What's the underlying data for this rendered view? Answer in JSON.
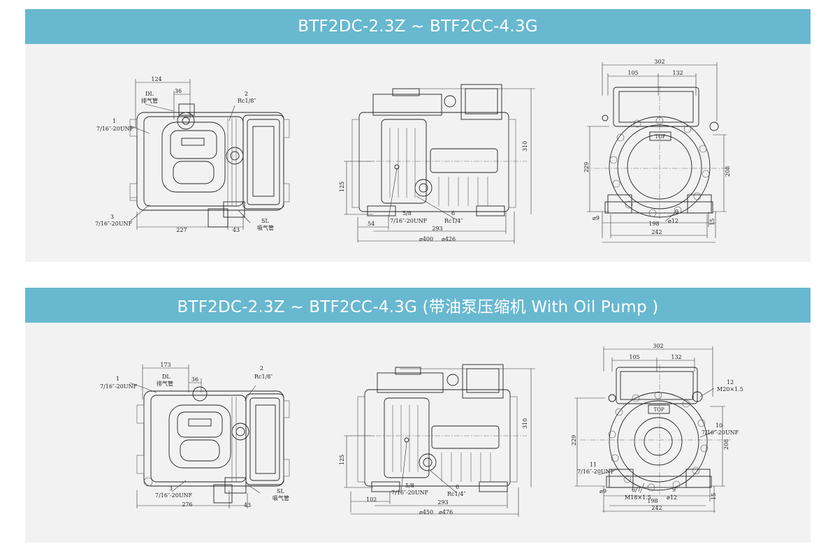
{
  "sections": [
    {
      "title": "BTF2DC-2.3Z ~ BTF2CC-4.3G",
      "side": {
        "dim_124": "124",
        "dim_36": "36",
        "d_label": "DL",
        "d_cn": "排气管",
        "c1_num": "1",
        "c1_thread": "7/16″-20UNF",
        "c2_num": "2",
        "c2_thread": "Rc1/8″",
        "c3_num": "3",
        "c3_thread": "7/16″-20UNF",
        "dim_227": "227",
        "dim_43": "43",
        "s_label": "SL",
        "s_cn": "吸气管"
      },
      "front": {
        "dim_310": "310",
        "dim_125": "125",
        "dim_54": "54",
        "c5_num": "5/8",
        "c5_thread": "7/16″-20UNF",
        "c6_num": "6",
        "c6_thread": "Rc1/4″",
        "dim_293": "293",
        "dim_400": "⌀400",
        "dim_426": "⌀426"
      },
      "end": {
        "dim_302": "302",
        "dim_105": "105",
        "dim_132": "132",
        "dim_229": "229",
        "dim_208": "208",
        "dim_9": "⌀9",
        "c9_num": "9",
        "c9_thread": "⌀12",
        "dim_198": "198",
        "dim_242": "242",
        "dim_15": "15",
        "top_badge": "TOP"
      }
    },
    {
      "title": "BTF2DC-2.3Z ~ BTF2CC-4.3G (带油泵压缩机 With Oil Pump )",
      "side": {
        "dim_173": "173",
        "dim_36": "36",
        "d_label": "DL",
        "d_cn": "排气管",
        "c1_num": "1",
        "c1_thread": "7/16″-20UNF",
        "c2_num": "2",
        "c2_thread": "Rc1/8″",
        "c3_num": "3",
        "c3_thread": "7/16″-20UNF",
        "dim_276": "276",
        "dim_43": "43",
        "s_label": "SL",
        "s_cn": "吸气管"
      },
      "front": {
        "dim_310": "310",
        "dim_125": "125",
        "dim_102": "102",
        "c5_num": "5/8",
        "c5_thread": "7/16″-20UNF",
        "c6_num": "6",
        "c6_thread": "Rc1/4″",
        "dim_293": "293",
        "dim_450": "⌀450",
        "dim_476": "⌀476"
      },
      "end": {
        "dim_302": "302",
        "dim_105": "105",
        "dim_132": "132",
        "c12_num": "12",
        "c12_thread": "M20×1.5",
        "c10_num": "10",
        "c10_thread": "7/16″-20UNF",
        "c11_num": "11",
        "c11_thread": "7/16″-20UNF",
        "dim_229": "229",
        "dim_208": "208",
        "dim_9": "⌀9",
        "c67_num": "6/7",
        "c67_thread": "M18×1.5",
        "c9_num": "9",
        "c9_thread": "⌀12",
        "dim_198": "198",
        "dim_242": "242",
        "dim_15": "15",
        "top_badge": "TOP"
      }
    }
  ]
}
